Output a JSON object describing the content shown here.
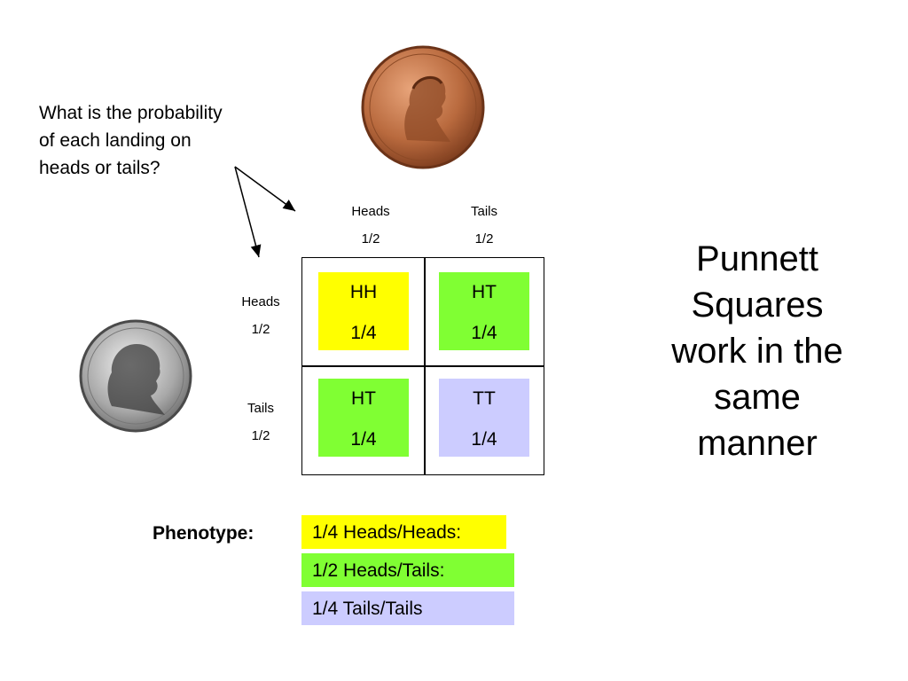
{
  "question": {
    "lines": [
      "What is the probability",
      "of each landing on",
      "heads or tails?"
    ]
  },
  "title": {
    "lines": [
      "Punnett",
      "Squares",
      "work in the",
      "same",
      "manner"
    ]
  },
  "columns": [
    {
      "label": "Heads",
      "prob": "1/2"
    },
    {
      "label": "Tails",
      "prob": "1/2"
    }
  ],
  "rows": [
    {
      "label": "Heads",
      "prob": "1/2"
    },
    {
      "label": "Tails",
      "prob": "1/2"
    }
  ],
  "cells": [
    {
      "outcome": "HH",
      "prob": "1/4",
      "color": "#ffff00"
    },
    {
      "outcome": "HT",
      "prob": "1/4",
      "color": "#80ff33"
    },
    {
      "outcome": "HT",
      "prob": "1/4",
      "color": "#80ff33"
    },
    {
      "outcome": "TT",
      "prob": "1/4",
      "color": "#ccccff"
    }
  ],
  "phenotype": {
    "label": "Phenotype:",
    "items": [
      {
        "text": "1/4 Heads/Heads:",
        "color": "#ffff00"
      },
      {
        "text": "1/2 Heads/Tails:",
        "color": "#80ff33"
      },
      {
        "text": "1/4 Tails/Tails",
        "color": "#ccccff"
      }
    ]
  },
  "images": {
    "top_coin": "penny-image",
    "left_coin": "dime-image"
  }
}
